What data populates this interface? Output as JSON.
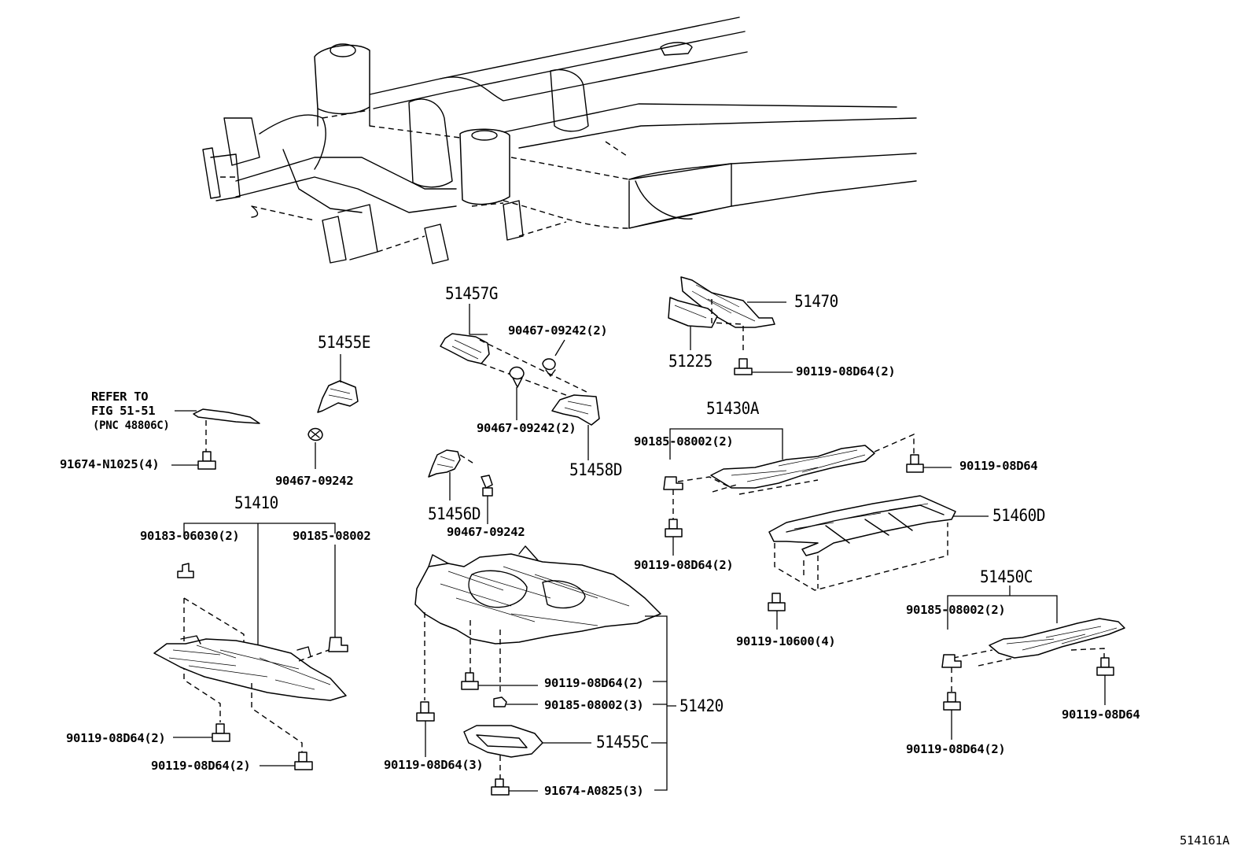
{
  "labels": {
    "refer_line1": "REFER TO",
    "refer_line2": "FIG 51-51",
    "refer_line3": "(PNC 48806C)",
    "p_91674_n1025": "91674-N1025(4)",
    "p_51455e": "51455E",
    "p_90467_09242_a": "90467-09242",
    "p_51457g": "51457G",
    "p_90467_09242_2a": "90467-09242(2)",
    "p_90467_09242_2b": "90467-09242(2)",
    "p_51458d": "51458D",
    "p_51470": "51470",
    "p_51225": "51225",
    "p_90119_08d64_2a": "90119-08D64(2)",
    "p_51430a": "51430A",
    "p_90185_08002_2a": "90185-08002(2)",
    "p_90119_08d64_a": "90119-08D64",
    "p_51460d": "51460D",
    "p_90119_08d64_2b": "90119-08D64(2)",
    "p_51410": "51410",
    "p_90183_06030": "90183-06030(2)",
    "p_90185_08002_a": "90185-08002",
    "p_51456d": "51456D",
    "p_90467_09242_b": "90467-09242",
    "p_90119_10600": "90119-10600(4)",
    "p_51450c": "51450C",
    "p_90185_08002_2b": "90185-08002(2)",
    "p_90119_08d64_2c": "90119-08D64(2)",
    "p_90185_08002_3": "90185-08002(3)",
    "p_51420": "51420",
    "p_51455c": "51455C",
    "p_90119_08d64_2d": "90119-08D64(2)",
    "p_90119_08d64_2e": "90119-08D64(2)",
    "p_90119_08d64_3": "90119-08D64(3)",
    "p_91674_a0825": "91674-A0825(3)",
    "p_90119_08d64_b": "90119-08D64",
    "p_90119_08d64_2f": "90119-08D64(2)",
    "figure_id": "514161A"
  }
}
